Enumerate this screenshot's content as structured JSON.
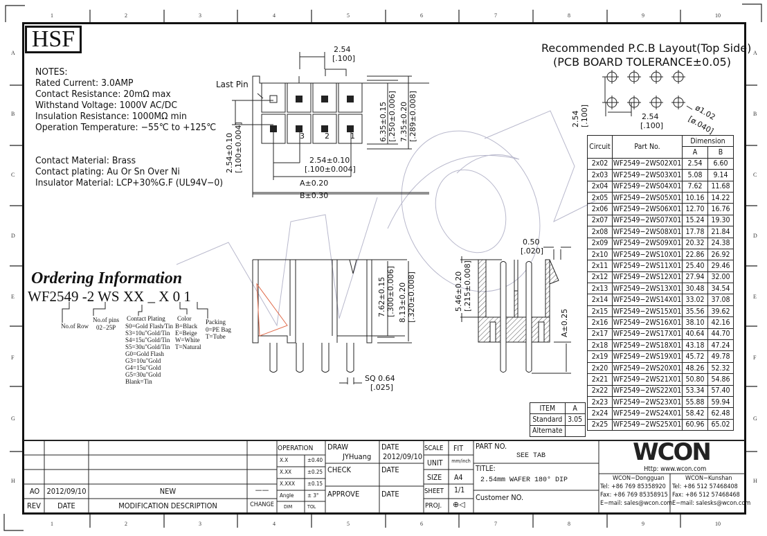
{
  "logo": "HSF",
  "zones": {
    "columns": [
      "1",
      "2",
      "3",
      "4",
      "5",
      "6",
      "7",
      "8",
      "9",
      "10"
    ],
    "rows": [
      "A",
      "B",
      "C",
      "D",
      "E",
      "F",
      "G",
      "H"
    ]
  },
  "notes": {
    "heading": "NOTES:",
    "lines": [
      "Rated Current: 3.0AMP",
      "Contact Resistance: 20mΩ max",
      "Withstand Voltage: 1000V AC/DC",
      "Insulation Resistance: 1000MΩ min",
      "Operation Temperature: −55℃ to +125℃"
    ],
    "materials": [
      "Contact Material: Brass",
      "Contact plating: Au Or Sn Over Ni",
      "Insulator Material: LCP+30%G.F (UL94V−0)"
    ]
  },
  "top_view": {
    "last_pin_label": "Last Pin",
    "pin_numbers": [
      "3",
      "2",
      "1"
    ],
    "dims": {
      "pitch_top": "2.54",
      "pitch_top_in": "[.100]",
      "height_a": "6.35±0.15",
      "height_a_in": "[.250±0.006]",
      "height_b": "7.35±0.20",
      "height_b_in": "[.289±0.008]",
      "row_pitch": "2.54±0.10",
      "row_pitch_in": "[.100±0.004]",
      "col_pitch": "2.54±0.10",
      "col_pitch_in": "[.100±0.004]",
      "dim_a": "A±0.20",
      "dim_b": "B±0.30"
    }
  },
  "pcb_layout": {
    "title": "Recommended P.C.B Layout(Top Side)",
    "subtitle": "(PCB BOARD TOLERANCE±0.05)",
    "pitch_v": "2.54",
    "pitch_v_in": "[.100]",
    "pitch_h": "2.54",
    "pitch_h_in": "[.100]",
    "hole": "ø1.02",
    "hole_in": "[ø.040]"
  },
  "side_view": {
    "h1": "7.62±0.15",
    "h1_in": "[.300±0.006]",
    "h2": "8.13±0.20",
    "h2_in": "[.320±0.008]",
    "sq": "SQ 0.64",
    "sq_in": "[.025]"
  },
  "section_view": {
    "w": "0.50",
    "w_in": "[.020]",
    "h": "5.46±0.20",
    "h_in": "[.215±0.008]",
    "a": "A±0.25"
  },
  "ordering": {
    "title": "Ordering Information",
    "code": "WF2549 -2 WS XX _ X 0 1",
    "row_label": "No.of Row",
    "pins_label": "No.of pins",
    "pins_range": "02−25P",
    "plating_label": "Contact Plating",
    "plating": [
      "S0=Gold Flash/Tin",
      "S3=10u\"Gold/Tin",
      "S4=15u\"Gold/Tin",
      "S5=30u\"Gold/Tin",
      "G0=Gold Flash",
      "G3=10u\"Gold",
      "G4=15u\"Gold",
      "G5=30u\"Gold",
      "Blank=Tin"
    ],
    "color_label": "Color",
    "colors": [
      "B=Black",
      "E=Beige",
      "W=White",
      "T=Natural"
    ],
    "packing_label": "Packing",
    "packing": [
      "0=PE Bag",
      "T=Tube"
    ]
  },
  "dimension_table": {
    "headers": {
      "circuit": "Circuit",
      "part": "Part No.",
      "dimension": "Dimension",
      "a": "A",
      "b": "B"
    },
    "rows": [
      [
        "2x02",
        "WF2549−2WS02X01",
        "2.54",
        "6.60"
      ],
      [
        "2x03",
        "WF2549−2WS03X01",
        "5.08",
        "9.14"
      ],
      [
        "2x04",
        "WF2549−2WS04X01",
        "7.62",
        "11.68"
      ],
      [
        "2x05",
        "WF2549−2WS05X01",
        "10.16",
        "14.22"
      ],
      [
        "2x06",
        "WF2549−2WS06X01",
        "12.70",
        "16.76"
      ],
      [
        "2x07",
        "WF2549−2WS07X01",
        "15.24",
        "19.30"
      ],
      [
        "2x08",
        "WF2549−2WS08X01",
        "17.78",
        "21.84"
      ],
      [
        "2x09",
        "WF2549−2WS09X01",
        "20.32",
        "24.38"
      ],
      [
        "2x10",
        "WF2549−2WS10X01",
        "22.86",
        "26.92"
      ],
      [
        "2x11",
        "WF2549−2WS11X01",
        "25.40",
        "29.46"
      ],
      [
        "2x12",
        "WF2549−2WS12X01",
        "27.94",
        "32.00"
      ],
      [
        "2x13",
        "WF2549−2WS13X01",
        "30.48",
        "34.54"
      ],
      [
        "2x14",
        "WF2549−2WS14X01",
        "33.02",
        "37.08"
      ],
      [
        "2x15",
        "WF2549−2WS15X01",
        "35.56",
        "39.62"
      ],
      [
        "2x16",
        "WF2549−2WS16X01",
        "38.10",
        "42.16"
      ],
      [
        "2x17",
        "WF2549−2WS17X01",
        "40.64",
        "44.70"
      ],
      [
        "2x18",
        "WF2549−2WS18X01",
        "43.18",
        "47.24"
      ],
      [
        "2x19",
        "WF2549−2WS19X01",
        "45.72",
        "49.78"
      ],
      [
        "2x20",
        "WF2549−2WS20X01",
        "48.26",
        "52.32"
      ],
      [
        "2x21",
        "WF2549−2WS21X01",
        "50.80",
        "54.86"
      ],
      [
        "2x22",
        "WF2549−2WS22X01",
        "53.34",
        "57.40"
      ],
      [
        "2x23",
        "WF2549−2WS23X01",
        "55.88",
        "59.94"
      ],
      [
        "2x24",
        "WF2549−2WS24X01",
        "58.42",
        "62.48"
      ],
      [
        "2x25",
        "WF2549−2WS25X01",
        "60.96",
        "65.02"
      ]
    ]
  },
  "item_table": {
    "headers": [
      "ITEM",
      "A"
    ],
    "rows": [
      [
        "Standard",
        "3.05"
      ],
      [
        "Alternate",
        ""
      ]
    ]
  },
  "title_block": {
    "revisions": {
      "rev": "AO",
      "date": "2012/09/10",
      "desc": "NEW",
      "change": "——",
      "h_rev": "REV",
      "h_date": "DATE",
      "h_desc": "MODIFICATION DESCRIPTION",
      "h_change": "CHANGE"
    },
    "operation": {
      "title": "OPERATION",
      "rows": [
        [
          "X.X",
          "±0.40"
        ],
        [
          "X.XX",
          "±0.25"
        ],
        [
          "X.XXX",
          "±0.15"
        ],
        [
          "Angle",
          "± 3°"
        ]
      ],
      "footer": [
        "DIM",
        "TOL"
      ]
    },
    "draw_label": "DRAW",
    "draw_name": "JYHuang",
    "date_label": "DATE",
    "draw_date": "2012/09/10",
    "check_label": "CHECK",
    "check_date_label": "DATE",
    "approve_label": "APPROVE",
    "approve_date_label": "DATE",
    "scale_label": "SCALE",
    "scale": "FIT",
    "unit_label": "UNIT",
    "unit": "mm/inch",
    "size_label": "SIZE",
    "size": "A4",
    "sheet_label": "SHEET",
    "sheet": "1/1",
    "proj_label": "PROJ.",
    "part_no_label": "PART NO.",
    "part_no": "SEE TAB",
    "title_label": "TITLE:",
    "title": "2.54mm WAFER 180° DIP",
    "customer_label": "Customer NO.",
    "company": {
      "logo": "WCON",
      "url": "Http: www.wcon.com",
      "dg_name": "WCON−Dongguan",
      "dg_tel": "Tel: +86 769 85358920",
      "dg_fax": "Fax: +86 769 85358915",
      "dg_email": "E−mail: sales@wcon.com",
      "ks_name": "WCON−Kunshan",
      "ks_tel": "Tel: +86 512 57468408",
      "ks_fax": "Fax: +86 512 57468468",
      "ks_email": "E−mail: salesks@wcon.com"
    }
  }
}
